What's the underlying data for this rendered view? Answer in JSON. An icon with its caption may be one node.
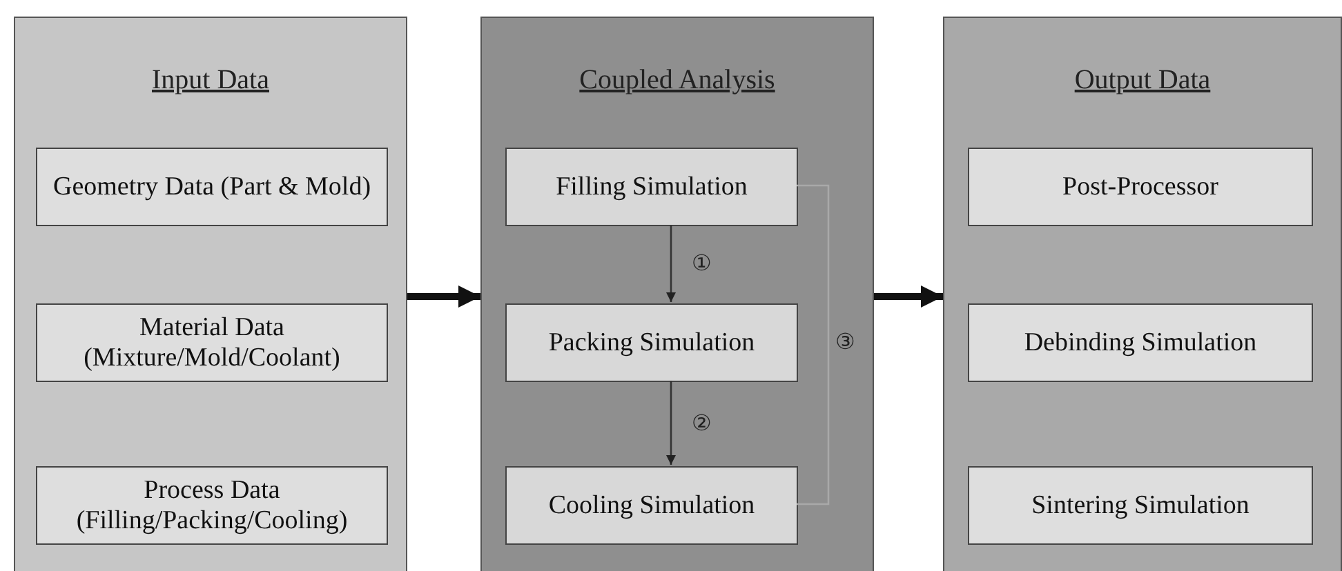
{
  "diagram": {
    "nodes": [
      {
        "text": [
          "Input Data"
        ]
      },
      {
        "text": [
          "Geometry Data (Part & Mold)"
        ],
        "in": 0
      },
      {
        "text": [
          "Material Data (Mixture/Mold/Coolant)"
        ],
        "in": 0
      },
      {
        "text": [
          "Process Data (Filling/Packing/Cooling)"
        ],
        "in": 0
      },
      {
        "text": [
          "Coupled Analysis"
        ]
      },
      {
        "text": [
          "Filling Simulation"
        ],
        "in": 4
      },
      {
        "text": [
          "Packing Simulation"
        ],
        "in": 4
      },
      {
        "text": [
          "Cooling Simulation"
        ],
        "in": 4
      },
      {
        "text": [
          "Output Data"
        ]
      },
      {
        "text": [
          "Post-Processor"
        ],
        "in": 8
      },
      {
        "text": [
          "Debinding Simulation"
        ],
        "in": 8
      },
      {
        "text": [
          "Sintering Simulation"
        ],
        "in": 8
      }
    ],
    "edges": [
      {
        "from": 0,
        "to": 4,
        "arrow": "to",
        "style": "thick"
      },
      {
        "from": 4,
        "to": 8,
        "arrow": "to",
        "style": "thick"
      },
      {
        "from": 5,
        "to": 6,
        "label": "①",
        "arrow": "to"
      },
      {
        "from": 6,
        "to": 7,
        "label": "②",
        "arrow": "to"
      },
      {
        "from": 7,
        "to": 5,
        "label": "③",
        "arrow": "none",
        "color": "#a9a9a9"
      }
    ]
  }
}
